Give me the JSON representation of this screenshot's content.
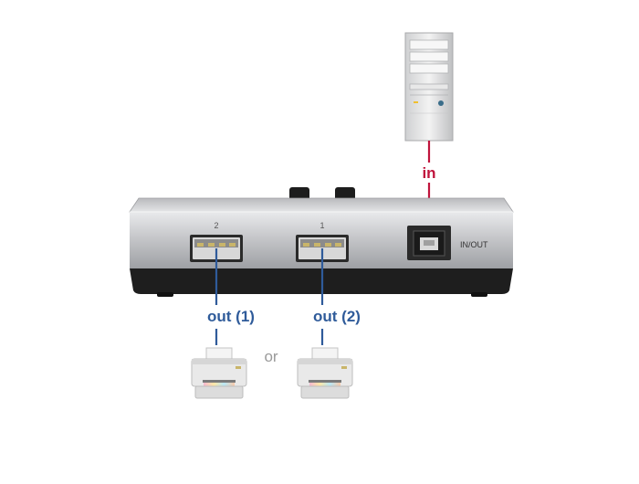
{
  "labels": {
    "in": "in",
    "out_left": "out (1)",
    "out_right": "out (2)",
    "or": "or",
    "port_left_number": "2",
    "port_right_number": "1",
    "inout": "IN/OUT"
  },
  "colors": {
    "in_cable": "#c0143c",
    "out_cable": "#2f5b9a",
    "body_silver": "#c9cacc",
    "body_black": "#1e1e1e"
  },
  "icons": {
    "computer": "tower-pc-icon",
    "printer": "printer-icon",
    "usb_a": "usb-a-port-icon",
    "usb_b": "usb-b-port-icon"
  }
}
